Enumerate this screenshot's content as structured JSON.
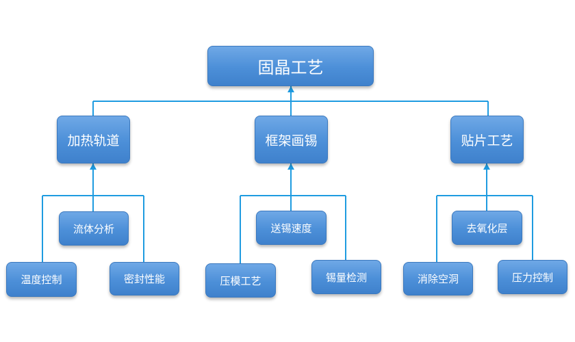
{
  "root": {
    "label": "固晶工艺"
  },
  "branches": [
    {
      "label": "加热轨道",
      "children": [
        "流体分析",
        "温度控制",
        "密封性能"
      ]
    },
    {
      "label": "框架画锡",
      "children": [
        "送锡速度",
        "压模工艺",
        "锡量检测"
      ]
    },
    {
      "label": "贴片工艺",
      "children": [
        "去氧化层",
        "消除空洞",
        "压力控制"
      ]
    }
  ],
  "colors": {
    "node_fill": "#4c8fd8",
    "node_border": "#3a78be",
    "connector": "#1e9be0",
    "text": "#ffffff"
  }
}
